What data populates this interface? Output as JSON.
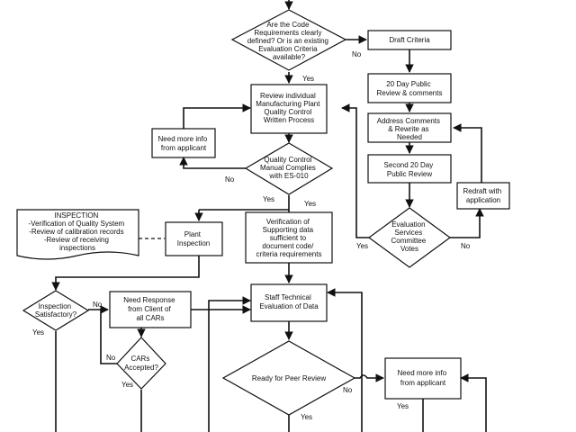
{
  "nodes": {
    "code_requirements": {
      "lines": [
        "Are the Code",
        "Requirements clearly",
        "defined? Or is an existing",
        "Evaluation Criteria",
        "available?"
      ]
    },
    "draft_criteria": {
      "lines": [
        "Draft Criteria"
      ]
    },
    "public_review_1": {
      "lines": [
        "20 Day Public",
        "Review & comments"
      ]
    },
    "address_comments": {
      "lines": [
        "Address Comments",
        "& Rewrite as",
        "Needed"
      ]
    },
    "public_review_2": {
      "lines": [
        "Second 20 Day",
        "Public Review"
      ]
    },
    "redraft": {
      "lines": [
        "Redraft with",
        "application"
      ]
    },
    "committee_votes": {
      "lines": [
        "Evaluation",
        "Services",
        "Committee",
        "Votes"
      ]
    },
    "review_plant_qc": {
      "lines": [
        "Review individual",
        "Manufacturing Plant",
        "Quality Control",
        "Written Process"
      ]
    },
    "need_more_info_1": {
      "lines": [
        "Need more info",
        "from applicant"
      ]
    },
    "qc_manual_complies": {
      "lines": [
        "Quality Control",
        "Manual Complies",
        "with ES-010"
      ]
    },
    "plant_inspection": {
      "lines": [
        "Plant",
        "Inspection"
      ]
    },
    "inspection_note": {
      "lines": [
        "INSPECTION",
        "-Verification of Quality System",
        "-Review of calibration records",
        "-Review of receiving",
        "inspections"
      ]
    },
    "verification_data": {
      "lines": [
        "Verification of",
        "Supporting data",
        "sufficient to",
        "document code/",
        "criteria requirements"
      ]
    },
    "inspection_satisfactory": {
      "lines": [
        "Inspection",
        "Satisfactory?"
      ]
    },
    "need_response_cars": {
      "lines": [
        "Need Response",
        "from Client of",
        "all CARs"
      ]
    },
    "cars_accepted": {
      "lines": [
        "CARs",
        "Accepted?"
      ]
    },
    "staff_technical": {
      "lines": [
        "Staff Technical",
        "Evaluation of Data"
      ]
    },
    "ready_peer_review": {
      "lines": [
        "Ready for Peer Review"
      ]
    },
    "need_more_info_2": {
      "lines": [
        "Need more info",
        "from applicant"
      ]
    }
  },
  "edge_labels": {
    "code_no": "No",
    "code_yes": "Yes",
    "qc_no": "No",
    "qc_yes_left": "Yes",
    "qc_yes_right": "Yes",
    "votes_yes": "Yes",
    "votes_no": "No",
    "inspection_no": "No",
    "inspection_yes": "Yes",
    "cars_no": "No",
    "cars_yes": "Yes",
    "peer_no": "No",
    "peer_yes": "Yes",
    "info2_yes": "Yes"
  }
}
